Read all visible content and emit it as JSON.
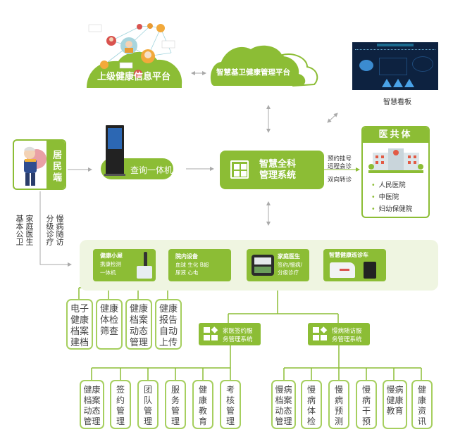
{
  "top": {
    "upper_platform": "上级健康信息平台",
    "base_platform": "智慧基卫健康管理平台",
    "dashboard_caption": "智慧看板"
  },
  "resident": {
    "label": "居民端",
    "kiosk_label": "查询一体机",
    "branch_left": "家庭医生 基本公卫",
    "branch_left_cols": [
      "家庭医生",
      "基本公卫"
    ],
    "branch_right_cols": [
      "慢病随访",
      "分级诊疗"
    ]
  },
  "core": {
    "line1": "智慧全科",
    "line2": "管理系统",
    "link_labels": [
      "预约挂号",
      "远程会诊",
      "双向转诊"
    ]
  },
  "alliance": {
    "title": "医共体",
    "items": [
      "人民医院",
      "中医院",
      "妇幼保健院"
    ]
  },
  "devices": [
    {
      "title": "健康小屋",
      "lines": [
        "携康检测",
        "一体机"
      ]
    },
    {
      "title": "院内设备",
      "lines": [
        "血球  生化  B超",
        "尿液  心电"
      ]
    },
    {
      "title": "家庭医生",
      "lines": [
        "签约/慢病/",
        "分级诊疗"
      ]
    },
    {
      "title": "智慧健康巡诊车",
      "lines": []
    }
  ],
  "hut_functions": [
    "电子健康档案建档",
    "健康体检筛查",
    "健康档案动态管理",
    "健康报告自动上传"
  ],
  "systems": [
    {
      "line1": "家医签约服",
      "line2": "务管理系统"
    },
    {
      "line1": "慢病随访服",
      "line2": "务管理系统"
    }
  ],
  "family_modules": [
    "健康档案动态管理",
    "签约管理",
    "团队管理",
    "服务管理",
    "健康教育",
    "考核管理"
  ],
  "chronic_modules": [
    "慢病档案动态管理",
    "慢病体检",
    "慢病预测",
    "慢病干预",
    "慢病健康教育",
    "健康资讯"
  ],
  "colors": {
    "brand_green": "#8cbd35",
    "light_green": "#eff5e1",
    "leaf_border": "#a6cf5f",
    "connector_gray": "#aaaaaa"
  }
}
